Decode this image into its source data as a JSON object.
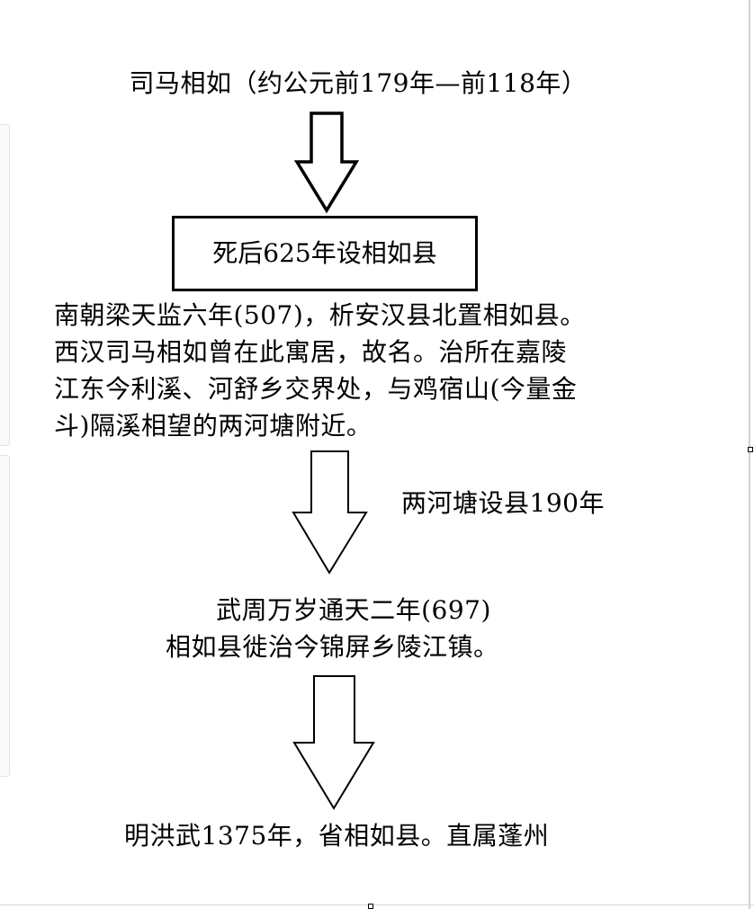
{
  "nodes": {
    "top": "司马相如（约公元前179年—前118年）",
    "box": "死后625年设相如县",
    "paragraph_lines": [
      "南朝梁天监六年(507)，析安汉县北置相如县。",
      "西汉司马相如曾在此寓居，故名。治所在嘉陵",
      "江东今利溪、河舒乡交界处，与鸡宿山(今量金",
      "斗)隔溪相望的两河塘附近。"
    ],
    "arrow_label": "两河塘设县190年",
    "mid_lines": [
      "武周万岁通天二年(697)",
      "相如县徙治今锦屏乡陵江镇。"
    ],
    "bottom": "明洪武1375年，省相如县。直属蓬州"
  },
  "colors": {
    "stroke": "#000000",
    "background": "#ffffff"
  }
}
